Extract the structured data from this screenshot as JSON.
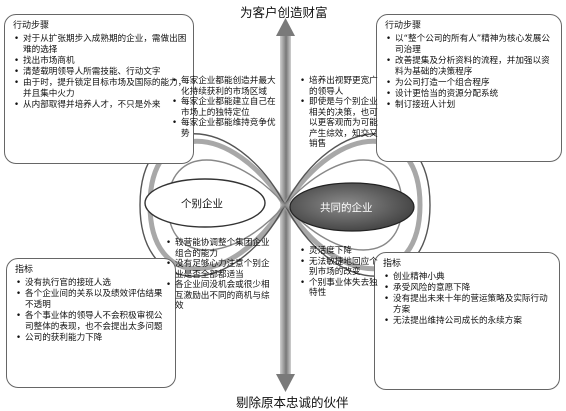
{
  "top_label": "为客户创造财富",
  "bottom_label": "剔除原本忠诚的伙伴",
  "ellipse_left_label": "个别企业",
  "ellipse_right_label": "共同的企业",
  "box_top_left": {
    "heading": "行动步骤",
    "items": [
      "对于从扩张期步入成熟期的企业，需做出困难的选择",
      "找出市场商机",
      "清楚载明领导人所需技能、行动文字",
      "由于时，提升锁定目标市场及国际的能力，并且集中火力",
      "从内部取得并培养人才，不只是外来"
    ]
  },
  "box_top_right": {
    "heading": "行动步骤",
    "items": [
      "以“整个公司的所有人”精神为核心发展公司治理",
      "改善提集及分析资料的流程，并加强以资料为基础的决策程序",
      "为公司打造一个组合程序",
      "设计更恰当的资源分配系统",
      "制订接班人计划"
    ]
  },
  "box_bottom_left": {
    "heading": "指标",
    "items": [
      "没有执行官的接班人选",
      "各个企业间的关系以及绩效评估结果不透明",
      "各个事业体的领导人不会积极审视公司整体的表现，也不会提出太多问题",
      "公司的获利能力下降"
    ]
  },
  "box_bottom_right": {
    "heading": "指标",
    "items": [
      "创业精神小典",
      "承受风险的意愿下降",
      "没有提出未来十年的营运策略及实际行动方案",
      "无法提出维持公司成长的永续方案"
    ]
  },
  "inner_top_left": {
    "items": [
      "每家企业都能创造并最大化持续获利的市场区域",
      "每家企业都能建立自己在市场上的独特定位",
      "每家企业都能维持竞争优势"
    ]
  },
  "inner_top_right": {
    "items": [
      "培养出视野更宽广的领导人",
      "即使是与个别企业相关的决策，也可以更客观而为可能产生综效，知交又销售"
    ]
  },
  "inner_bottom_left": {
    "items": [
      "较营能协调整个集团企业组合的能力",
      "没有足够心力注意个别企业是否全部都适当",
      "各企业间没机会或很少相互激励出不同的商机与综效"
    ]
  },
  "inner_bottom_right": {
    "items": [
      "灵活度下降",
      "无法敏捷地回应个别市场的改变",
      "个别事业体失去独特性"
    ]
  }
}
